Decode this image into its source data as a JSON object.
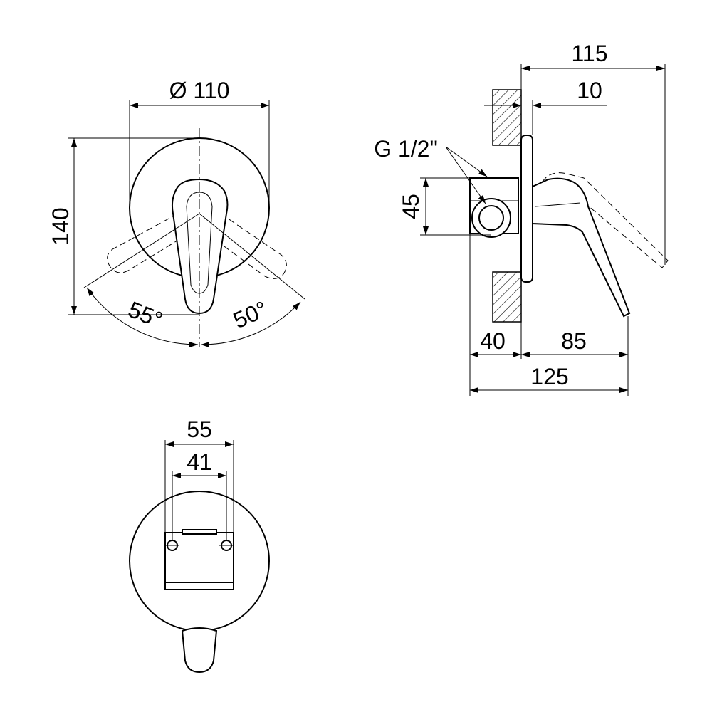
{
  "front_view": {
    "diameter_label": "Ø 110",
    "height_label": "140",
    "angle_left_label": "55°",
    "angle_right_label": "50°"
  },
  "side_view": {
    "total_depth_label": "115",
    "plate_label": "10",
    "thread_label": "G 1/2\"",
    "body_height_label": "45",
    "wall_depth_label": "40",
    "projection_label": "85",
    "overall_label": "125"
  },
  "back_view": {
    "outer_width_label": "55",
    "hole_spacing_label": "41"
  }
}
